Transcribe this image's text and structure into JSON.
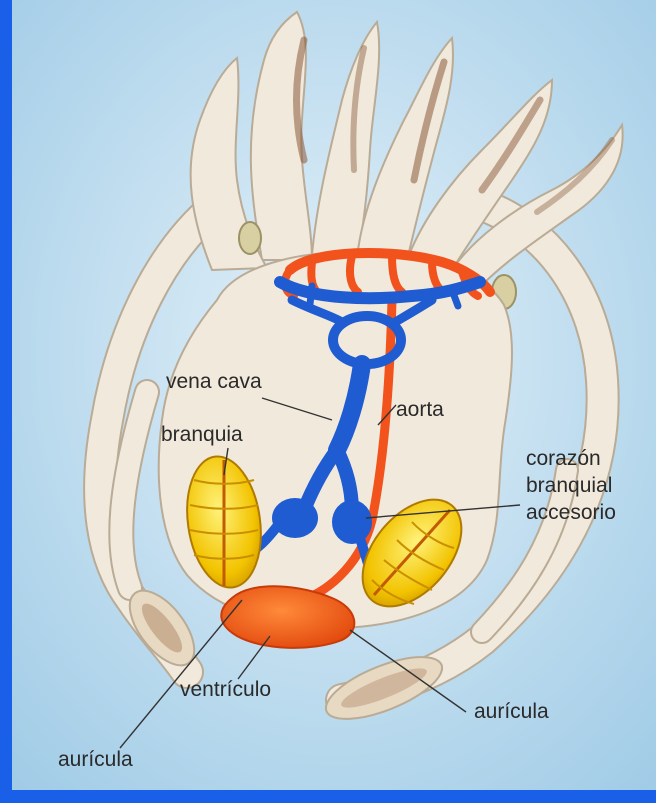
{
  "colors": {
    "frame": "#1a5fe8",
    "background": "#c9e3f2",
    "body": "#f1e9dc",
    "body_outline": "#b9ab95",
    "vein": "#1f5bd1",
    "artery": "#f2521c",
    "gill": "#f2c300",
    "gill_outline": "#b07a00",
    "ventricle": "#f25e14",
    "label_text": "#2a2a2a"
  },
  "labels": {
    "vena_cava": "vena cava",
    "aorta": "aorta",
    "branquia": "branquia",
    "corazon_line1": "corazón",
    "corazon_line2": "branquial",
    "corazon_line3": "accesorio",
    "ventriculo": "ventrículo",
    "auricula_right": "aurícula",
    "auricula_left": "aurícula"
  }
}
